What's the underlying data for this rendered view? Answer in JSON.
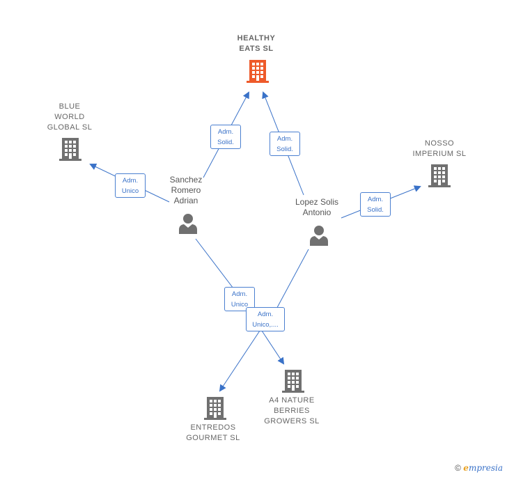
{
  "companies": [
    {
      "id": "healthy",
      "label": "HEALTHY\nEATS SL",
      "color": "#ee5a2a",
      "main": true
    },
    {
      "id": "blue",
      "label": "BLUE\nWORLD\nGLOBAL SL",
      "color": "#707070"
    },
    {
      "id": "nosso",
      "label": "NOSSO\nIMPERIUM SL",
      "color": "#707070"
    },
    {
      "id": "entredos",
      "label": "ENTREDOS\nGOURMET SL",
      "color": "#707070"
    },
    {
      "id": "a4",
      "label": "A4 NATURE\nBERRIES\nGROWERS SL",
      "color": "#707070"
    }
  ],
  "persons": [
    {
      "id": "sanchez",
      "label": "Sanchez\nRomero\nAdrian"
    },
    {
      "id": "lopez",
      "label": "Lopez Solis\nAntonio"
    }
  ],
  "relations": [
    {
      "id": "r1",
      "label": "Adm.\nSolid."
    },
    {
      "id": "r2",
      "label": "Adm.\nSolid."
    },
    {
      "id": "r3",
      "label": "Adm.\nUnico"
    },
    {
      "id": "r4",
      "label": "Adm.\nSolid."
    },
    {
      "id": "r5",
      "label": "Adm.\nUnico"
    },
    {
      "id": "r6",
      "label": "Adm.\nUnico,...."
    }
  ],
  "footer": {
    "copyright_symbol": "©",
    "brand_initial": "e",
    "brand_rest": "mpresia"
  },
  "colors": {
    "edge": "#3a72c8",
    "main_company": "#ee5a2a",
    "company": "#707070",
    "person": "#707070"
  }
}
